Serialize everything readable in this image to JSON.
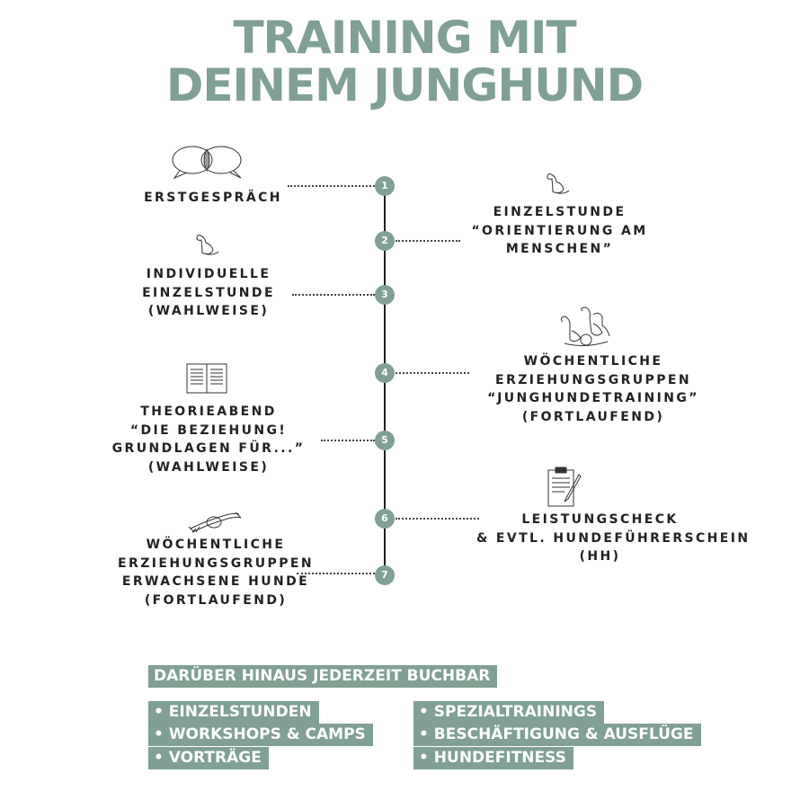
{
  "title": {
    "line1": "TRAINING MIT",
    "line2": "DEINEM JUNGHUND"
  },
  "steps": [
    {
      "number": "1",
      "lines": [
        "ERSTGESPRÄCH"
      ],
      "icon": "speech-bubbles-icon"
    },
    {
      "number": "2",
      "lines": [
        "EINZELSTUNDE",
        "“ORIENTIERUNG AM",
        "MENSCHEN”"
      ],
      "icon": "sitting-dog-icon"
    },
    {
      "number": "3",
      "lines": [
        "INDIVIDUELLE",
        "EINZELSTUNDE",
        "(WAHLWEISE)"
      ],
      "icon": "sitting-dog-icon"
    },
    {
      "number": "4",
      "lines": [
        "WÖCHENTLICHE",
        "ERZIEHUNGSGRUPPEN",
        "“JUNGHUNDETRAINING”",
        "(FORTLAUFEND)"
      ],
      "icon": "dog-group-icon"
    },
    {
      "number": "5",
      "lines": [
        "THEORIEABEND",
        "“DIE BEZIEHUNG!",
        "GRUNDLAGEN FÜR...”",
        "(WAHLWEISE)"
      ],
      "icon": "open-book-icon"
    },
    {
      "number": "6",
      "lines": [
        "LEISTUNGSCHECK",
        "& EVTL. HUNDEFÜHRERSCHEIN",
        "(HH)"
      ],
      "icon": "clipboard-icon"
    },
    {
      "number": "7",
      "lines": [
        "WÖCHENTLICHE",
        "ERZIEHUNGSGRUPPEN",
        "ERWACHSENE HUNDE",
        "(FORTLAUFEND)"
      ],
      "icon": "dog-toy-icon"
    }
  ],
  "extras": {
    "heading": "DARÜBER HINAUS JEDERZEIT BUCHBAR",
    "left": [
      "• EINZELSTUNDEN",
      "• WORKSHOPS & CAMPS",
      "• VORTRÄGE"
    ],
    "right": [
      "• SPEZIALTRAININGS",
      "• BESCHÄFTIGUNG & AUSFLÜGE",
      "• HUNDEFITNESS"
    ]
  },
  "colors": {
    "accent": "#7fa092",
    "text": "#222222"
  }
}
